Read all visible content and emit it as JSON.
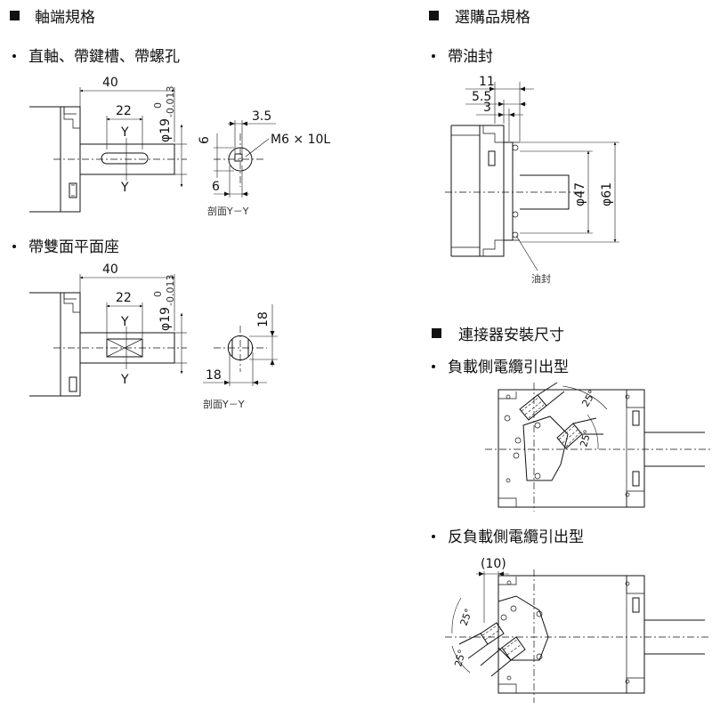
{
  "headings": {
    "shaft_spec": "軸端規格",
    "option_spec": "選購品規格",
    "connector_dims": "連接器安裝尺寸"
  },
  "bullets": {
    "straight_shaft": "直軸、帶鍵槽、帶螺孔",
    "d_cut_shaft": "帶雙面平面座",
    "oil_seal": "帶油封",
    "load_side": "負載側電纜引出型",
    "anti_load_side": "反負載側電纜引出型"
  },
  "shaft_keyway": {
    "length": "40",
    "key_length": "22",
    "diameter_main": "φ19",
    "tol_upper": "0",
    "tol_lower": "-0.013",
    "section_mark": "Y",
    "key_width": "3.5",
    "key_depth": "6",
    "key_offset": "6",
    "tap": "M6 × 10L",
    "section_caption": "剖面Y－Y"
  },
  "shaft_dcut": {
    "length": "40",
    "flat_length": "22",
    "diameter_main": "φ19",
    "tol_upper": "0",
    "tol_lower": "-0.013",
    "section_mark": "Y",
    "flat_v": "18",
    "flat_h": "18",
    "section_caption": "剖面Y－Y"
  },
  "oil_seal_view": {
    "dim_11": "11",
    "dim_5_5": "5.5",
    "dim_3": "3",
    "dia_47": "φ47",
    "dia_61": "φ61",
    "seal_label": "油封"
  },
  "connector_load": {
    "angle1": "25°",
    "angle2": "25°"
  },
  "connector_anti": {
    "offset": "(10)",
    "angle1": "25°",
    "angle2": "25°"
  },
  "icons": {
    "heading_marker": "filled-square",
    "bullet_marker": "dot"
  }
}
